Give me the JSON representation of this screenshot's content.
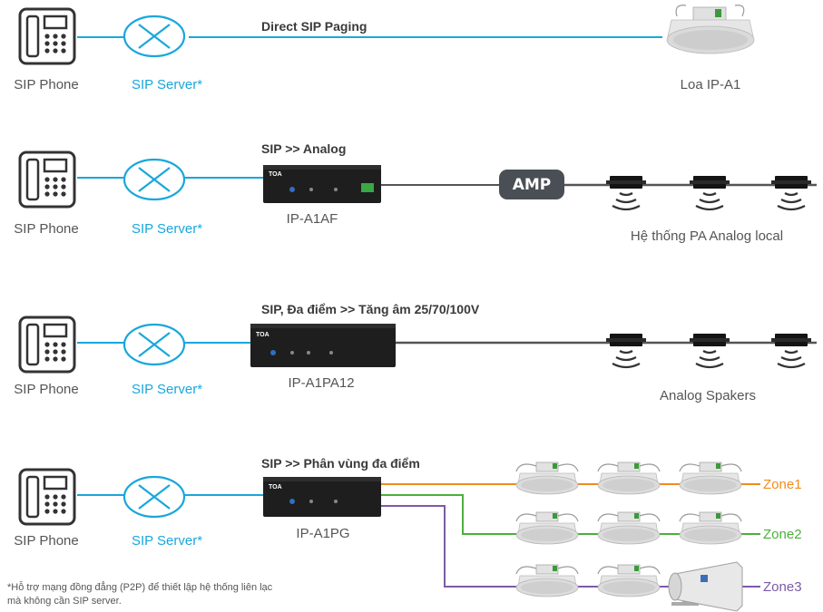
{
  "rows": [
    {
      "title": "Direct SIP Paging",
      "phone_label": "SIP Phone",
      "server_label": "SIP Server*",
      "device_label": "",
      "end_label": "Loa IP-A1"
    },
    {
      "title": "SIP >> Analog",
      "phone_label": "SIP Phone",
      "server_label": "SIP Server*",
      "device_label": "IP-A1AF",
      "amp_label": "AMP",
      "end_label": "Hệ thống PA Analog local"
    },
    {
      "title": "SIP, Đa điểm >> Tăng âm 25/70/100V",
      "phone_label": "SIP Phone",
      "server_label": "SIP Server*",
      "device_label": "IP-A1PA12",
      "end_label": "Analog Spakers"
    },
    {
      "title": "SIP >> Phân vùng đa điểm",
      "phone_label": "SIP Phone",
      "server_label": "SIP Server*",
      "device_label": "IP-A1PG",
      "zones": [
        {
          "label": "Zone1",
          "color": "#f08c1e"
        },
        {
          "label": "Zone2",
          "color": "#4caf3c"
        },
        {
          "label": "Zone3",
          "color": "#7b5aa6"
        }
      ]
    }
  ],
  "device_brand": "TOA",
  "footnote_line1": "*Hỗ trợ mạng đồng đẳng (P2P) để thiết lập hệ thống liên lạc",
  "footnote_line2": "mà không cần SIP server.",
  "colors": {
    "server_blue": "#19a7dc",
    "line_dark": "#555555",
    "icon_dark": "#333333"
  }
}
